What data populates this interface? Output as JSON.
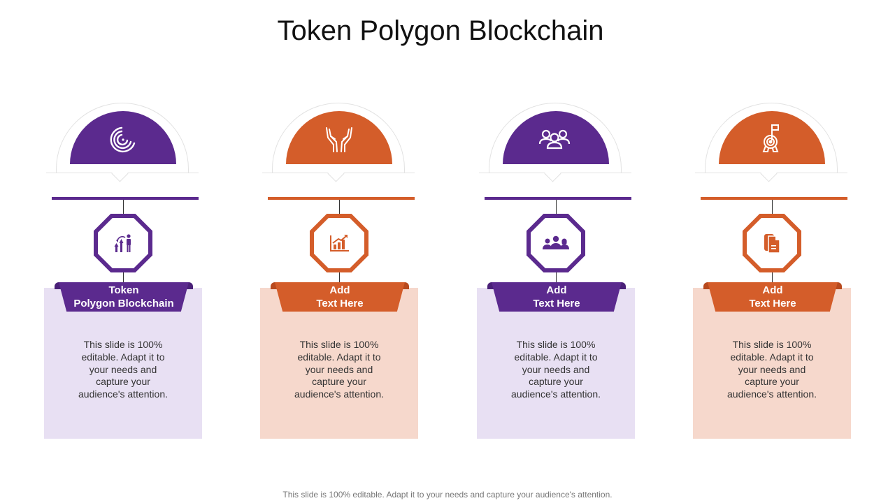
{
  "title": "Token Polygon Blockchain",
  "colors": {
    "purple": "#5b2a8e",
    "orange": "#d45d2a",
    "purple_light": "#e8e0f3",
    "orange_light": "#f6d8cc"
  },
  "columns": [
    {
      "heading": "Token\nPolygon Blockchain",
      "body": "This slide is 100%\neditable. Adapt it to\nyour needs and\ncapture your\naudience's attention.",
      "top_icon": "radar-arcs-icon",
      "mid_icon": "growth-person-icon",
      "theme": "purple"
    },
    {
      "heading": "Add\nText Here",
      "body": "This slide is 100%\neditable. Adapt it to\nyour needs and\ncapture your\naudience's attention.",
      "top_icon": "open-hands-icon",
      "mid_icon": "bar-chart-growth-icon",
      "theme": "orange"
    },
    {
      "heading": "Add\nText Here",
      "body": "This slide is 100%\neditable. Adapt it to\nyour needs and\ncapture your\naudience's attention.",
      "top_icon": "group-users-icon",
      "mid_icon": "team-icon",
      "theme": "purple"
    },
    {
      "heading": "Add\nText Here",
      "body": "This slide is 100%\neditable. Adapt it to\nyour needs and\ncapture your\naudience's attention.",
      "top_icon": "target-flag-icon",
      "mid_icon": "documents-icon",
      "theme": "orange"
    }
  ],
  "footer": "This slide is 100% editable. Adapt it to your needs and capture your audience's attention."
}
